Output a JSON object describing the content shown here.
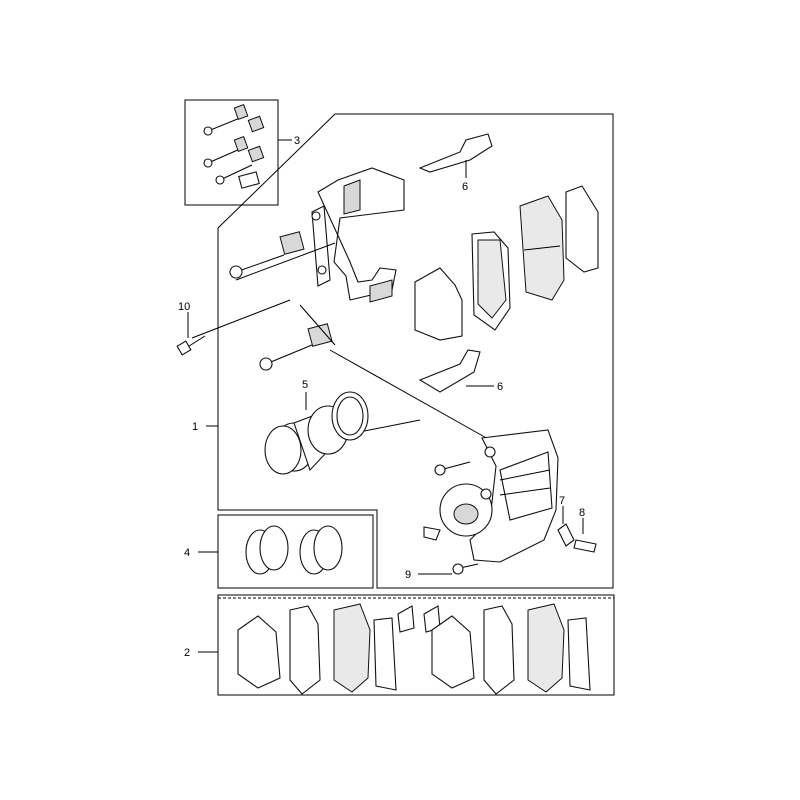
{
  "diagram": {
    "callouts": {
      "c1": "1",
      "c2": "2",
      "c3": "3",
      "c4": "4",
      "c5": "5",
      "c6a": "6",
      "c6b": "6",
      "c7": "7",
      "c8": "8",
      "c9": "9",
      "c10": "10"
    },
    "icons": {
      "caliper_housing": "caliper-housing-icon",
      "caliper_bracket": "caliper-bracket-icon",
      "guide_pin": "guide-pin-icon",
      "brake_pad": "brake-pad-icon",
      "anti_rattle_clip": "anti-rattle-clip-icon",
      "piston": "piston-icon",
      "seal_ring": "seal-ring-icon",
      "bleeder_screw": "bleeder-screw-icon",
      "bolt": "bolt-icon"
    }
  }
}
